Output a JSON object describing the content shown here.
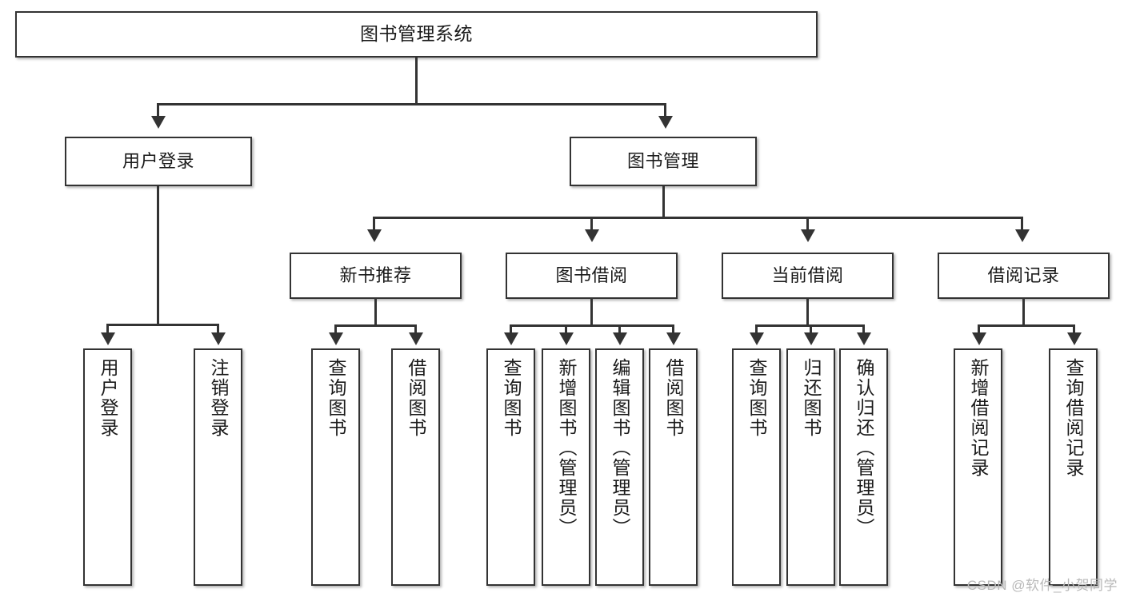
{
  "diagram": {
    "title": "图书管理系统",
    "type": "hierarchy-tree",
    "watermark": "CSDN @软件_小贺同学",
    "colors": {
      "stroke": "#333333",
      "fill": "#ffffff",
      "text": "#1a1a1a",
      "watermark": "#b9b9b9"
    },
    "root": {
      "label": "图书管理系统"
    },
    "level2": [
      {
        "label": "用户登录"
      },
      {
        "label": "图书管理"
      }
    ],
    "level3": [
      {
        "label": "新书推荐"
      },
      {
        "label": "图书借阅"
      },
      {
        "label": "当前借阅"
      },
      {
        "label": "借阅记录"
      }
    ],
    "leaves": {
      "user_login": [
        {
          "label": "用户登录"
        },
        {
          "label": "注销登录"
        }
      ],
      "new_book_recommend": [
        {
          "label": "查询图书"
        },
        {
          "label": "借阅图书"
        }
      ],
      "book_borrow": [
        {
          "label": "查询图书"
        },
        {
          "label": "新增图书（管理员）"
        },
        {
          "label": "编辑图书（管理员）"
        },
        {
          "label": "借阅图书"
        }
      ],
      "current_borrow": [
        {
          "label": "查询图书"
        },
        {
          "label": "归还图书"
        },
        {
          "label": "确认归还（管理员）"
        }
      ],
      "borrow_records": [
        {
          "label": "新增借阅记录"
        },
        {
          "label": "查询借阅记录"
        }
      ]
    }
  }
}
